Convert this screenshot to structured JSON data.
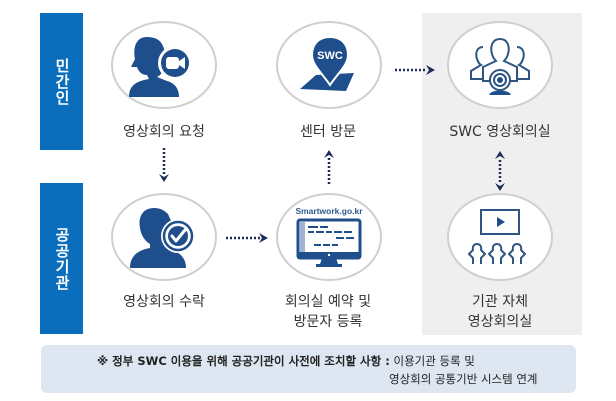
{
  "rows": {
    "private": {
      "label": "민간인"
    },
    "public": {
      "label": "공공기관"
    }
  },
  "steps": [
    {
      "id": "request",
      "label": "영상회의 요청",
      "icon": "person-video-icon"
    },
    {
      "id": "visit",
      "label": "센터 방문",
      "icon": "location-pin-icon",
      "pin_text": "SWC"
    },
    {
      "id": "swc-room",
      "label": "SWC 영상회의실",
      "icon": "group-webcam-icon"
    },
    {
      "id": "accept",
      "label": "영상회의 수락",
      "icon": "person-check-icon"
    },
    {
      "id": "reserve",
      "label_line1": "회의실 예약 및",
      "label_line2": "방문자 등록",
      "icon": "monitor-icon",
      "monitor_text": "Smartwork.go.kr"
    },
    {
      "id": "own-room",
      "label_line1": "기관 자체",
      "label_line2": "영상회의실",
      "icon": "presentation-audience-icon"
    }
  ],
  "note": {
    "bold": "※ 정부 SWC 이용을 위해 공공기관이 사전에 조치할 사항 :",
    "line1": " 이용기관 등록 및",
    "line2": "영상회의 공통기반 시스템 연계"
  },
  "colors": {
    "row_bar": "#0a6ebd",
    "icon": "#1f4e8c",
    "arrow": "#1c2d5a",
    "panel": "#efefef",
    "note_bg": "#dde6f1"
  }
}
